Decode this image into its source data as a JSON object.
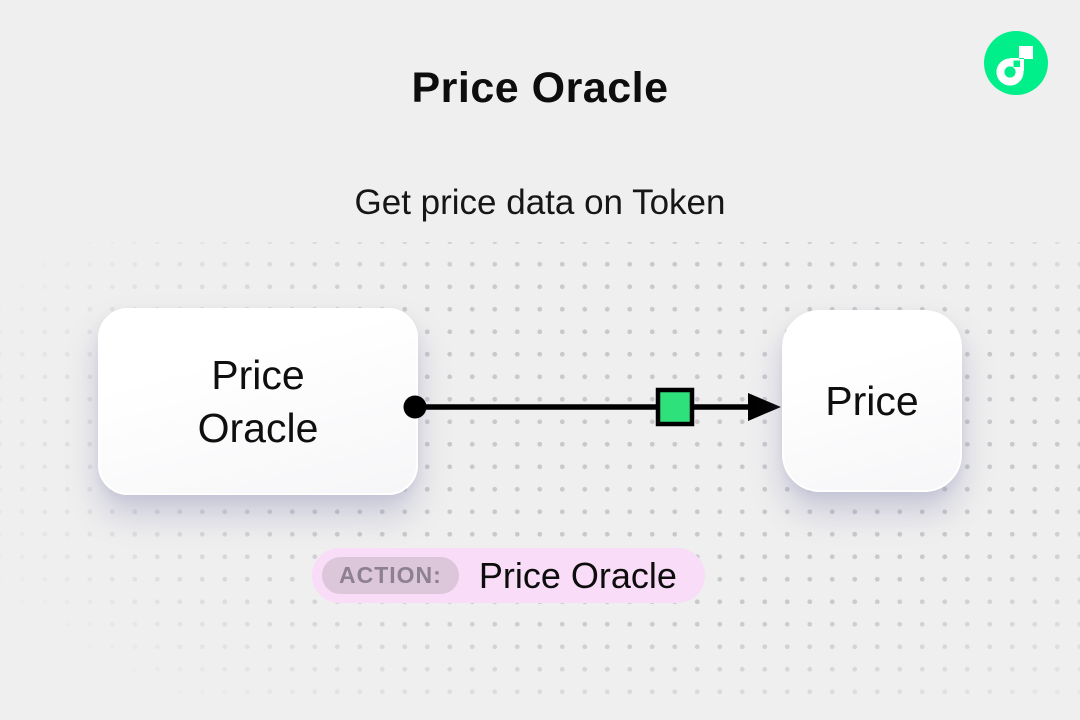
{
  "page": {
    "background_color": "#efefef"
  },
  "header": {
    "title": "Price Oracle",
    "subtitle": "Get price data on Token"
  },
  "logo": {
    "name": "flow-logo",
    "brand_color": "#00ef8b"
  },
  "diagram": {
    "source_node": {
      "label": "Price Oracle"
    },
    "target_node": {
      "label": "Price"
    },
    "connector": {
      "line_color": "#000000",
      "marker_color": "#2ee17b"
    }
  },
  "action_badge": {
    "label": "ACTION:",
    "value": "Price Oracle",
    "badge_color": "#f9dcf8",
    "label_pill_color": "#dcc6da",
    "label_text_color": "#8d8191"
  }
}
